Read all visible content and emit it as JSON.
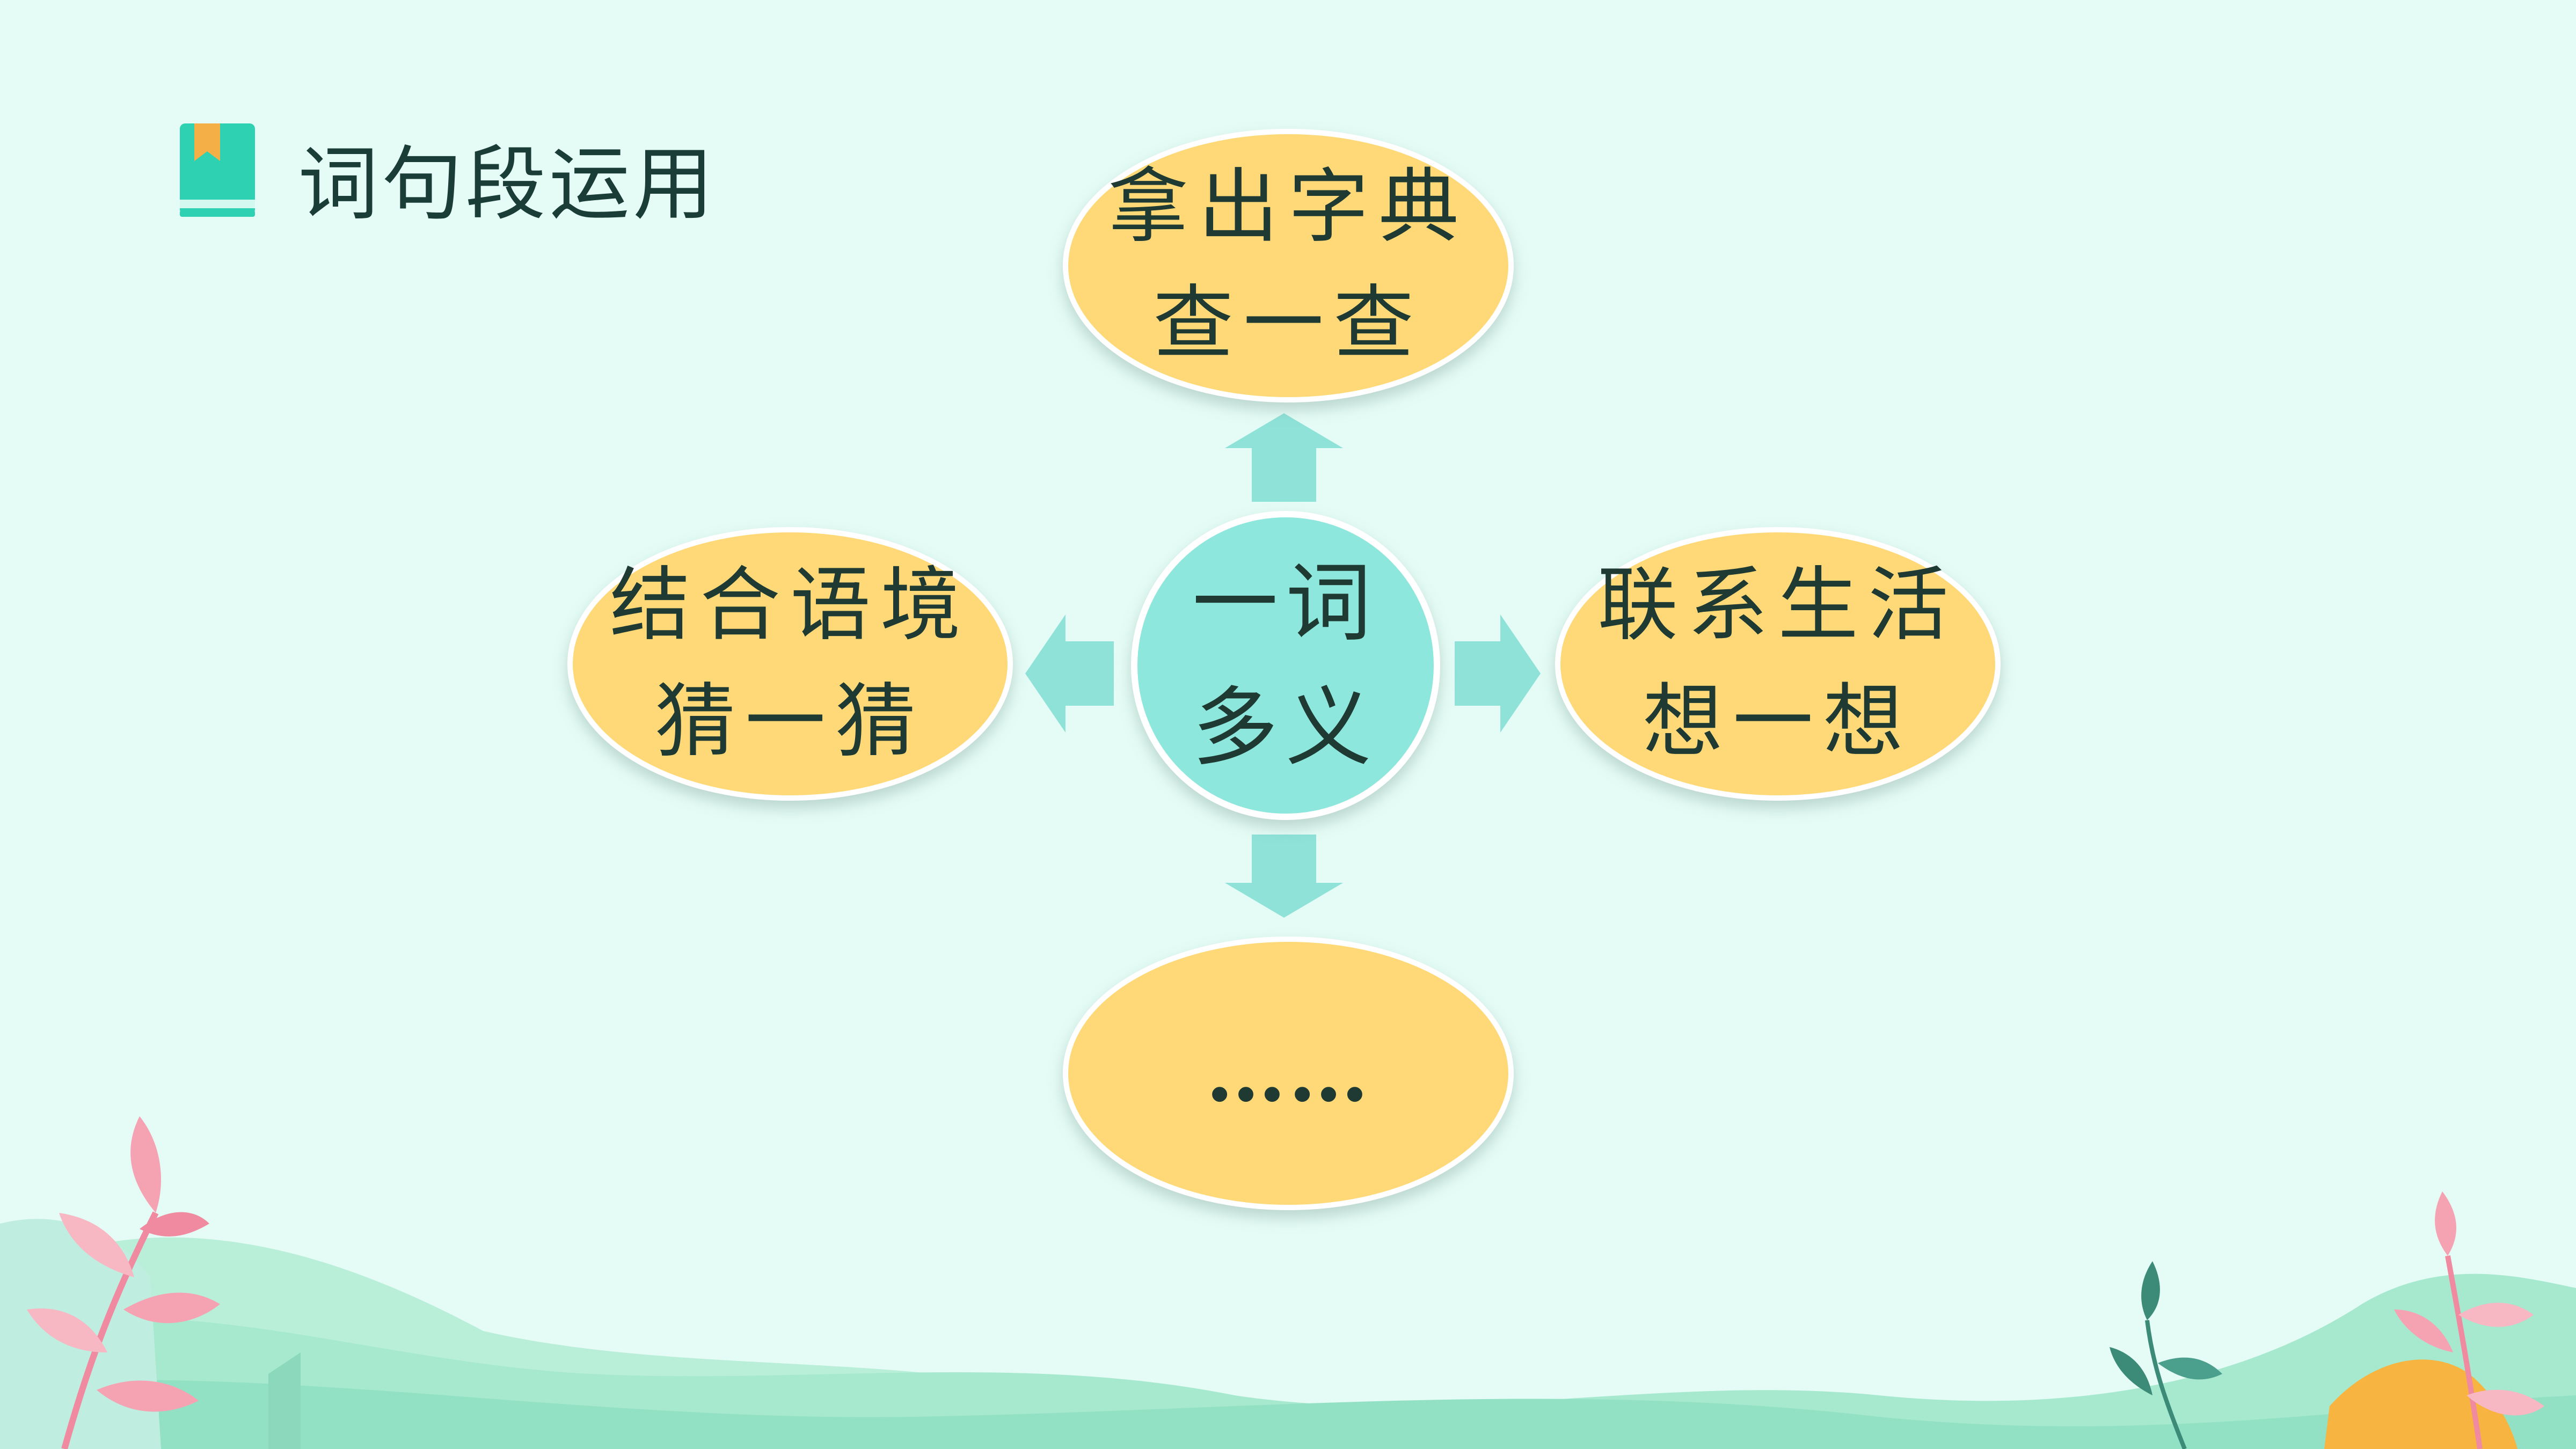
{
  "header": {
    "title": "词句段运用",
    "icon": "book-icon"
  },
  "diagram": {
    "center": {
      "line1": "一词",
      "line2": "多义"
    },
    "top": {
      "line1": "拿出字典",
      "line2": "查一查"
    },
    "left": {
      "line1": "结合语境",
      "line2": "猜一猜"
    },
    "right": {
      "line1": "联系生活",
      "line2": "想一想"
    },
    "bottom": {
      "text": "……"
    }
  },
  "colors": {
    "background": "#e4fcf5",
    "oval_fill": "#ffd978",
    "center_fill": "#8ee7dc",
    "arrow": "#8ee2d8",
    "text": "#1f3a32",
    "accent": "#2fd1b3"
  }
}
